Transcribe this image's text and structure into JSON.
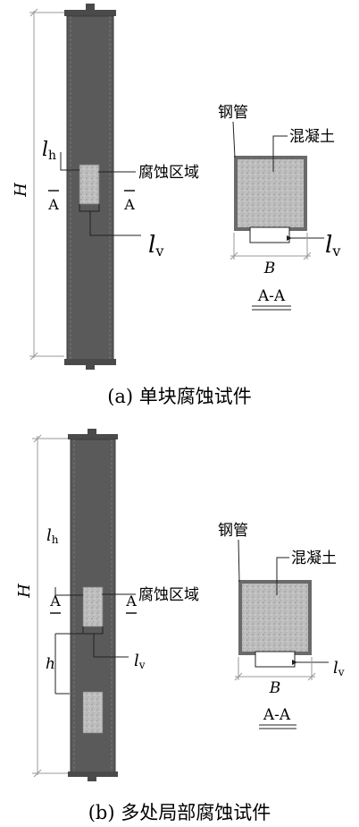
{
  "panel_a": {
    "caption": "(a) 单块腐蚀试件",
    "labels": {
      "H": "H",
      "lh_main": "l",
      "lh_sub": "h",
      "lv_main": "l",
      "lv_sub": "v",
      "section_mark": "A",
      "corrosion_zone": "腐蚀区域",
      "steel_tube": "钢管",
      "concrete": "混凝土",
      "B": "B",
      "section_title": "A-A"
    }
  },
  "panel_b": {
    "caption": "(b) 多处局部腐蚀试件",
    "labels": {
      "H": "H",
      "lh_main": "l",
      "lh_sub": "h",
      "lv_main": "l",
      "lv_sub": "v",
      "h": "h",
      "section_mark": "A",
      "corrosion_zone": "腐蚀区域",
      "steel_tube": "钢管",
      "concrete": "混凝土",
      "B": "B",
      "section_title": "A-A"
    }
  },
  "colors": {
    "column_fill": "#5a5a5a",
    "column_edge": "#3a3a3a",
    "steel_wall": "#6a6a6a",
    "concrete_fill": "#b9b9b9",
    "corrosion_fill": "#c6c6c6",
    "line": "#222222",
    "dim_line": "#9a9a9a"
  }
}
